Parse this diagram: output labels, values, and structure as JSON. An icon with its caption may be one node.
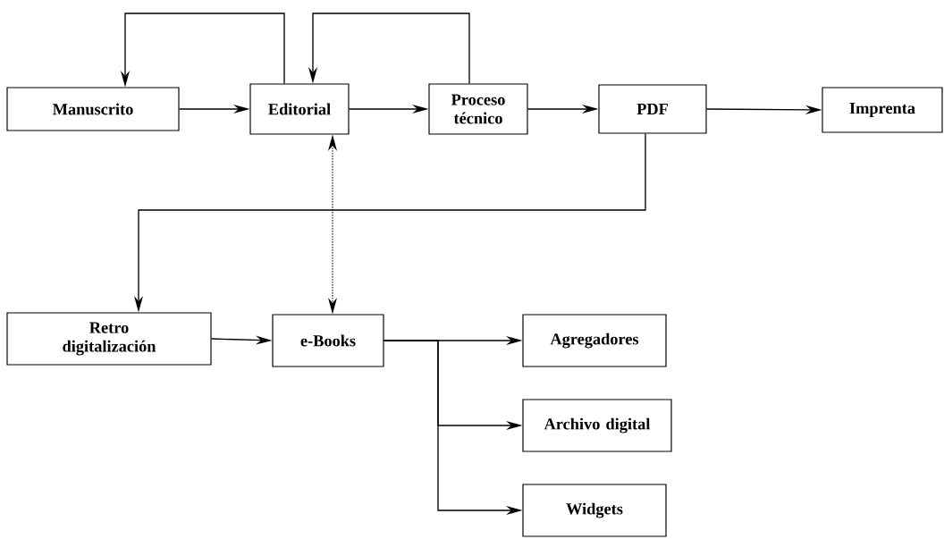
{
  "diagram": {
    "nodes": [
      {
        "text": [
          "Manuscrito"
        ]
      },
      {
        "text": [
          "Editorial"
        ]
      },
      {
        "text": [
          "Proceso técnico"
        ]
      },
      {
        "text": [
          "PDF"
        ]
      },
      {
        "text": [
          "Imprenta"
        ]
      },
      {
        "text": [
          "Retro digitalización"
        ]
      },
      {
        "text": [
          "e-Books"
        ]
      },
      {
        "text": [
          "Agregadores"
        ]
      },
      {
        "text": [
          "Archivo digital"
        ]
      },
      {
        "text": [
          "Widgets"
        ]
      }
    ],
    "edges": [
      {
        "from": 0,
        "to": 1,
        "arrow": "to"
      },
      {
        "from": 1,
        "to": 2,
        "arrow": "to"
      },
      {
        "from": 2,
        "to": 3,
        "arrow": "to"
      },
      {
        "from": 3,
        "to": 4,
        "arrow": "to"
      },
      {
        "from": 1,
        "to": 0,
        "arrow": "to"
      },
      {
        "from": 2,
        "to": 1,
        "arrow": "to"
      },
      {
        "from": 3,
        "to": 5,
        "arrow": "to"
      },
      {
        "from": 1,
        "to": 6,
        "arrow": "both",
        "style": "dashed"
      },
      {
        "from": 5,
        "to": 6,
        "arrow": "to"
      },
      {
        "from": 6,
        "to": 7,
        "arrow": "to"
      },
      {
        "from": 6,
        "to": 8,
        "arrow": "to"
      },
      {
        "from": 6,
        "to": 9,
        "arrow": "to"
      }
    ]
  }
}
